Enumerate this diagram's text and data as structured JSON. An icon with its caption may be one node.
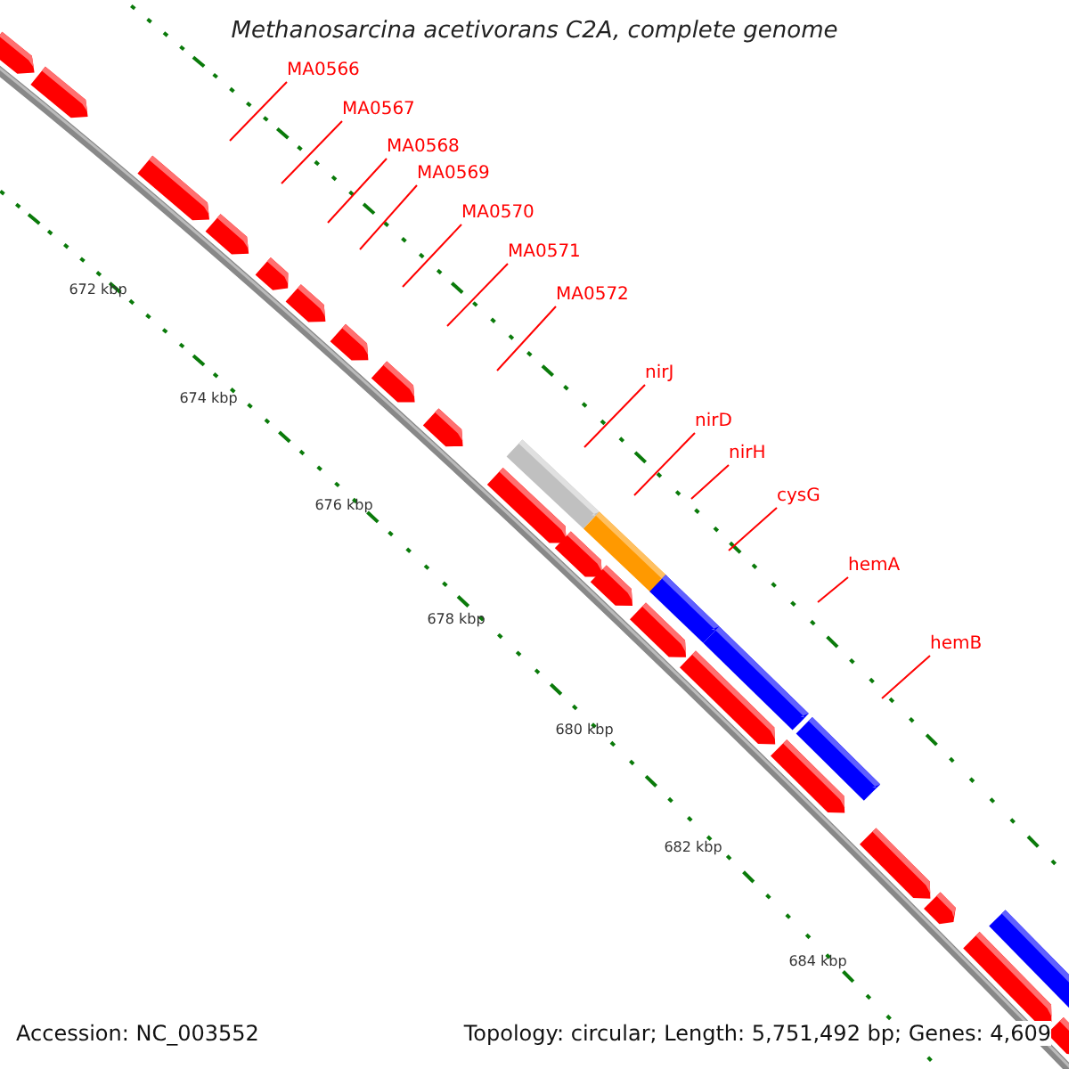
{
  "diagram": {
    "title": "Methanosarcina acetivorans C2A, complete genome",
    "nodes": [
      {
        "text": [
          "MA0566"
        ]
      },
      {
        "text": [
          "MA0567"
        ]
      },
      {
        "text": [
          "MA0568"
        ]
      },
      {
        "text": [
          "MA0569"
        ]
      },
      {
        "text": [
          "MA0570"
        ]
      },
      {
        "text": [
          "MA0571"
        ]
      },
      {
        "text": [
          "MA0572"
        ]
      },
      {
        "text": [
          "nirJ"
        ]
      },
      {
        "text": [
          "nirD"
        ]
      },
      {
        "text": [
          "nirH"
        ]
      },
      {
        "text": [
          "cysG"
        ]
      },
      {
        "text": [
          "hemA"
        ]
      },
      {
        "text": [
          "hemB"
        ]
      }
    ],
    "edges": [
      {
        "from": 0,
        "to": null,
        "arrow": "none"
      },
      {
        "from": 1,
        "to": null,
        "arrow": "none"
      },
      {
        "from": 2,
        "to": null,
        "arrow": "none"
      },
      {
        "from": 3,
        "to": null,
        "arrow": "none"
      },
      {
        "from": 4,
        "to": null,
        "arrow": "none"
      },
      {
        "from": 5,
        "to": null,
        "arrow": "none"
      },
      {
        "from": 6,
        "to": null,
        "arrow": "none"
      },
      {
        "from": 7,
        "to": null,
        "arrow": "none"
      },
      {
        "from": 8,
        "to": null,
        "arrow": "none"
      },
      {
        "from": 9,
        "to": null,
        "arrow": "none"
      },
      {
        "from": 10,
        "to": null,
        "arrow": "none"
      },
      {
        "from": 11,
        "to": null,
        "arrow": "none"
      },
      {
        "from": 12,
        "to": null,
        "arrow": "none"
      }
    ],
    "labels": [
      "672 kbp",
      "674 kbp",
      "676 kbp",
      "678 kbp",
      "680 kbp",
      "682 kbp",
      "684 kbp",
      "Accession: NC_003552",
      "Topology: circular; Length: 5,751,492 bp; Genes: 4,609"
    ]
  }
}
